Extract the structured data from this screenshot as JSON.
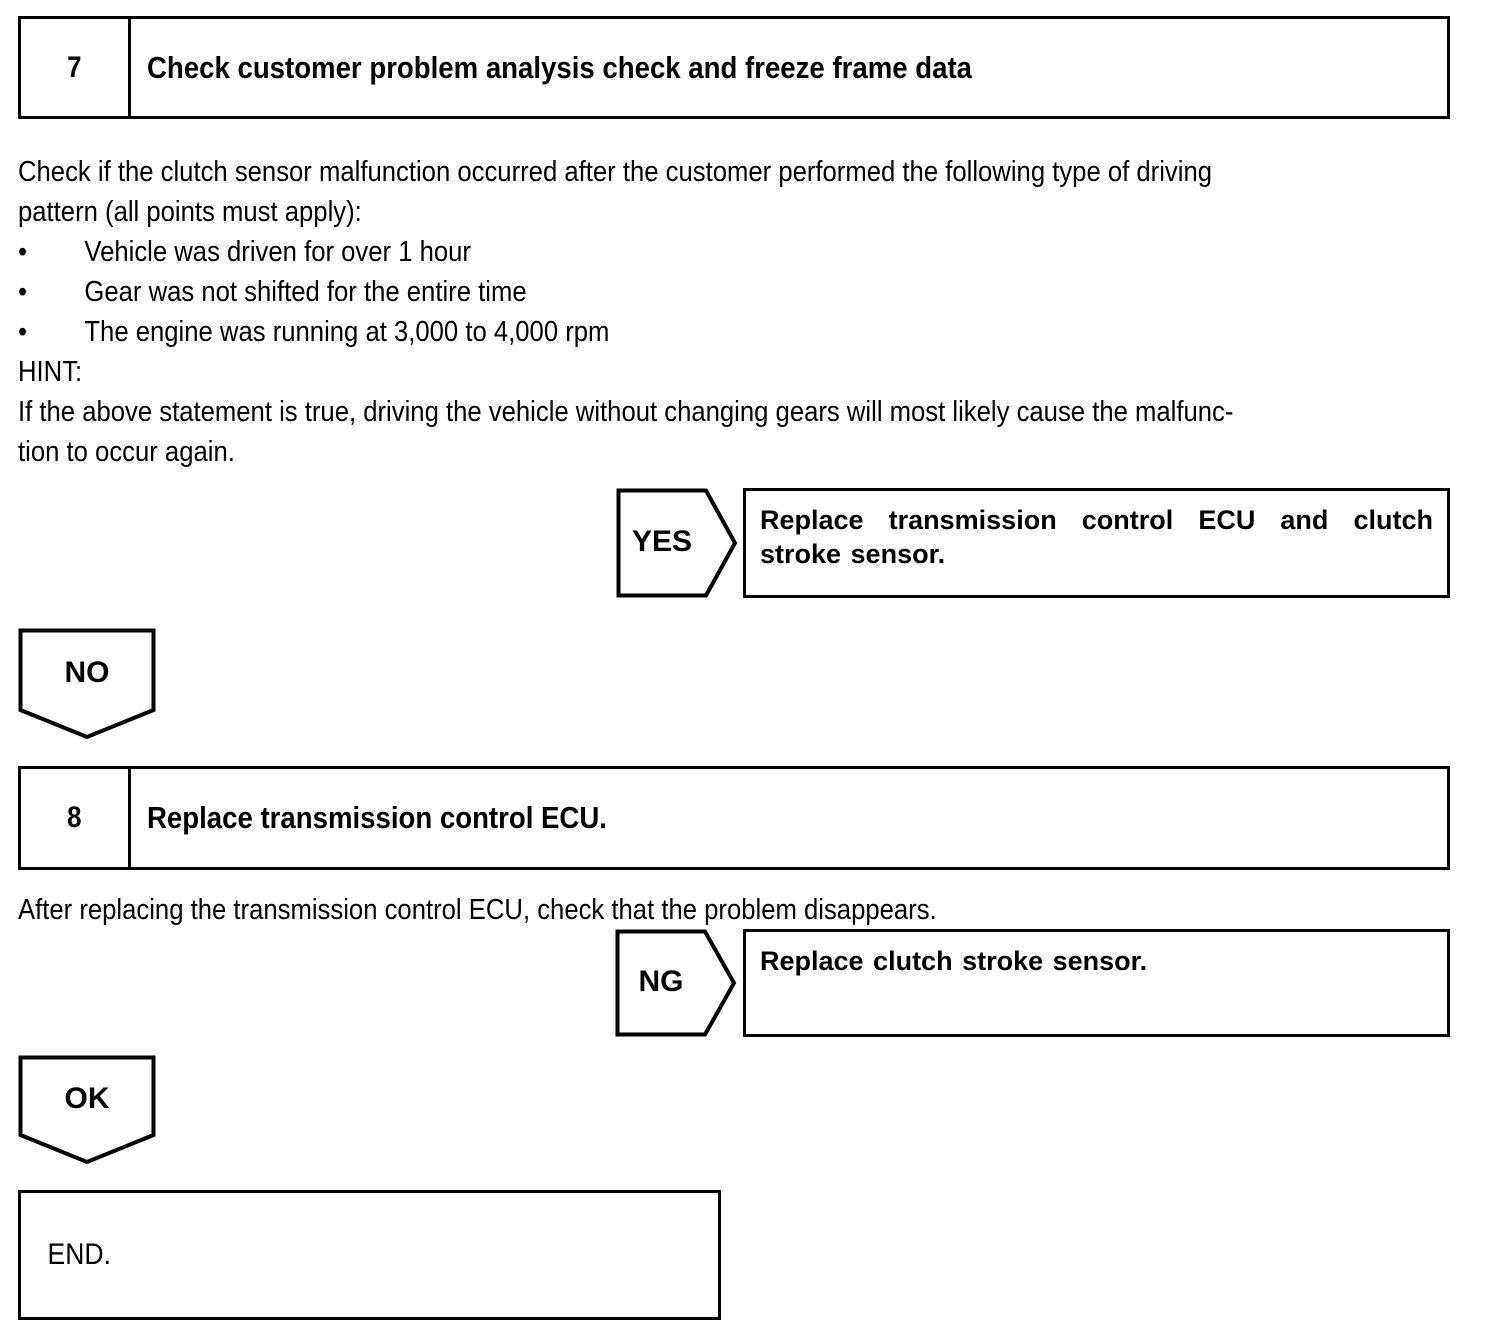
{
  "colors": {
    "ink": "#000000",
    "page": "#ffffff"
  },
  "step7": {
    "number": "7",
    "title": "Check customer problem analysis check and freeze frame data",
    "intro_line1": "Check if the clutch sensor malfunction occurred after the customer performed the following type of driving",
    "intro_line2": "pattern (all points must apply):",
    "bullets": [
      {
        "marker": "•",
        "label": "Vehicle was driven for over 1 hour"
      },
      {
        "marker": "•",
        "label": "Gear was not shifted for the entire time"
      },
      {
        "marker": "•",
        "label": "The engine was running at 3,000 to 4,000 rpm"
      }
    ],
    "hint_label": "HINT:",
    "hint_line1": "If the above statement is true, driving the vehicle without changing gears will most likely cause the malfunc-",
    "hint_line2": "tion to occur again.",
    "yes_branch": {
      "label": "YES",
      "result": "Replace transmission control ECU and clutch stroke sensor."
    },
    "no_branch": {
      "label": "NO"
    }
  },
  "step8": {
    "number": "8",
    "title": "Replace transmission control ECU.",
    "intro_line1": "After replacing the transmission control ECU, check that the problem disappears.",
    "ng_branch": {
      "label": "NG",
      "result": "Replace clutch stroke sensor."
    },
    "ok_branch": {
      "label": "OK"
    }
  },
  "end_box": {
    "label": "END."
  }
}
